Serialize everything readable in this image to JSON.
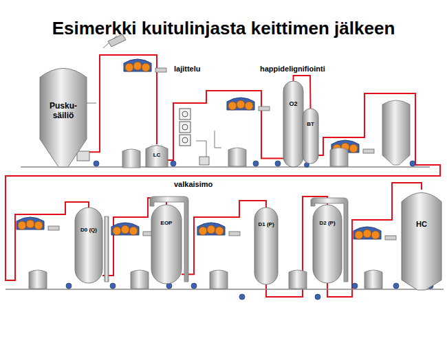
{
  "diagram": {
    "title": "Esimerkki kuitulinjasta keittimen jälkeen",
    "nodes": [
      {
        "text": [
          "Pusku- säiliö"
        ]
      },
      {
        "text": [
          "LC"
        ]
      },
      {
        "text": [
          "O2"
        ]
      },
      {
        "text": [
          "BT"
        ]
      },
      {
        "text": [
          "D0 (Q)"
        ]
      },
      {
        "text": [
          "EOP"
        ]
      },
      {
        "text": [
          "D1 (P)"
        ]
      },
      {
        "text": [
          "D2 (P)"
        ]
      },
      {
        "text": [
          "HC"
        ]
      }
    ],
    "edges": [
      {
        "from": 0,
        "to": 1,
        "arrow": "none"
      },
      {
        "from": 1,
        "to": 2,
        "arrow": "none"
      },
      {
        "from": 2,
        "to": 3,
        "arrow": "none"
      },
      {
        "from": 3,
        "to": 4,
        "arrow": "none"
      },
      {
        "from": 4,
        "to": 5,
        "arrow": "none"
      },
      {
        "from": 5,
        "to": 6,
        "arrow": "none"
      },
      {
        "from": 6,
        "to": 7,
        "arrow": "none"
      },
      {
        "from": 7,
        "to": 8,
        "arrow": "none"
      }
    ],
    "labels": [
      "lajittelu",
      "happidelignifiointi",
      "valkaisimo"
    ]
  }
}
